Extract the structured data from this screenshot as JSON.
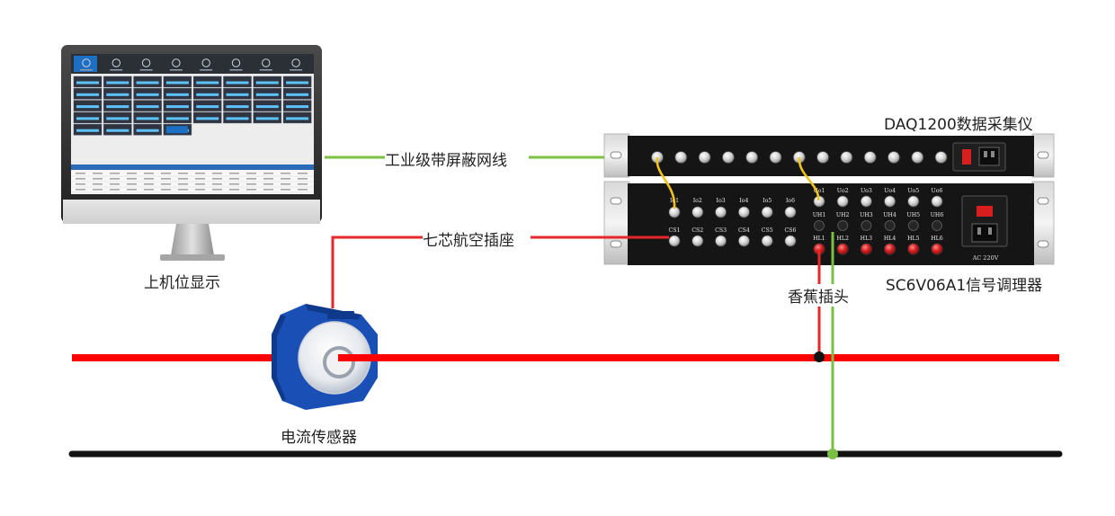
{
  "labels": {
    "daq_title": "DAQ1200数据采集仪",
    "ethernet_cable": "工业级带屏蔽网线",
    "aviation_socket": "七芯航空插座",
    "banana_plug": "香蕉插头",
    "conditioner_title": "SC6V06A1信号调理器",
    "host_display": "上机位显示",
    "current_sensor": "电流传感器"
  },
  "conditioner_panel": {
    "io_row": [
      "Io1",
      "Io2",
      "Io3",
      "Io4",
      "Io5",
      "Io6"
    ],
    "cs_row": [
      "CS1",
      "CS2",
      "CS3",
      "CS4",
      "CS5",
      "CS6"
    ],
    "uo_row": [
      "Uo1",
      "Uo2",
      "Uo3",
      "Uo4",
      "Uo5",
      "Uo6"
    ],
    "uh_row": [
      "UH1",
      "UH2",
      "UH3",
      "UH4",
      "UH5",
      "UH6"
    ],
    "hl_row": [
      "HL1",
      "HL2",
      "HL3",
      "HL4",
      "HL5",
      "HL6"
    ],
    "power_label": "AC 220V"
  },
  "colors": {
    "ethernet": "#7ac143",
    "signal_red": "#e8262a",
    "live_line": "#ff0000",
    "neutral_line": "#111111",
    "yellow_jumper": "#f2c21b",
    "rack": "#151515",
    "sensor_blue": "#1a4fb5"
  }
}
